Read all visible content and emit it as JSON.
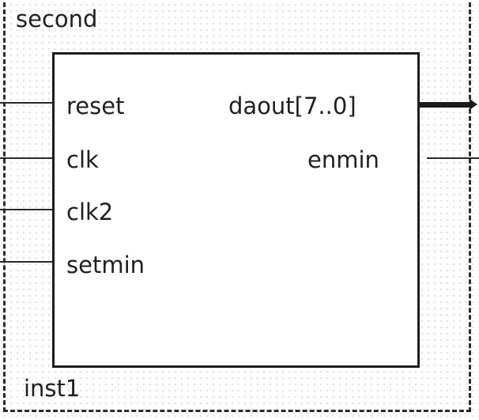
{
  "component": {
    "name": "second",
    "instance": "inst1"
  },
  "inputs": [
    {
      "label": "reset"
    },
    {
      "label": "clk"
    },
    {
      "label": "clk2"
    },
    {
      "label": "setmin"
    }
  ],
  "outputs": [
    {
      "label": "daout[7..0]",
      "type": "bus"
    },
    {
      "label": "enmin",
      "type": "wire"
    }
  ],
  "colors": {
    "line": "#1e1e1e",
    "grid": "#d6d6d6",
    "background": "#ffffff"
  }
}
